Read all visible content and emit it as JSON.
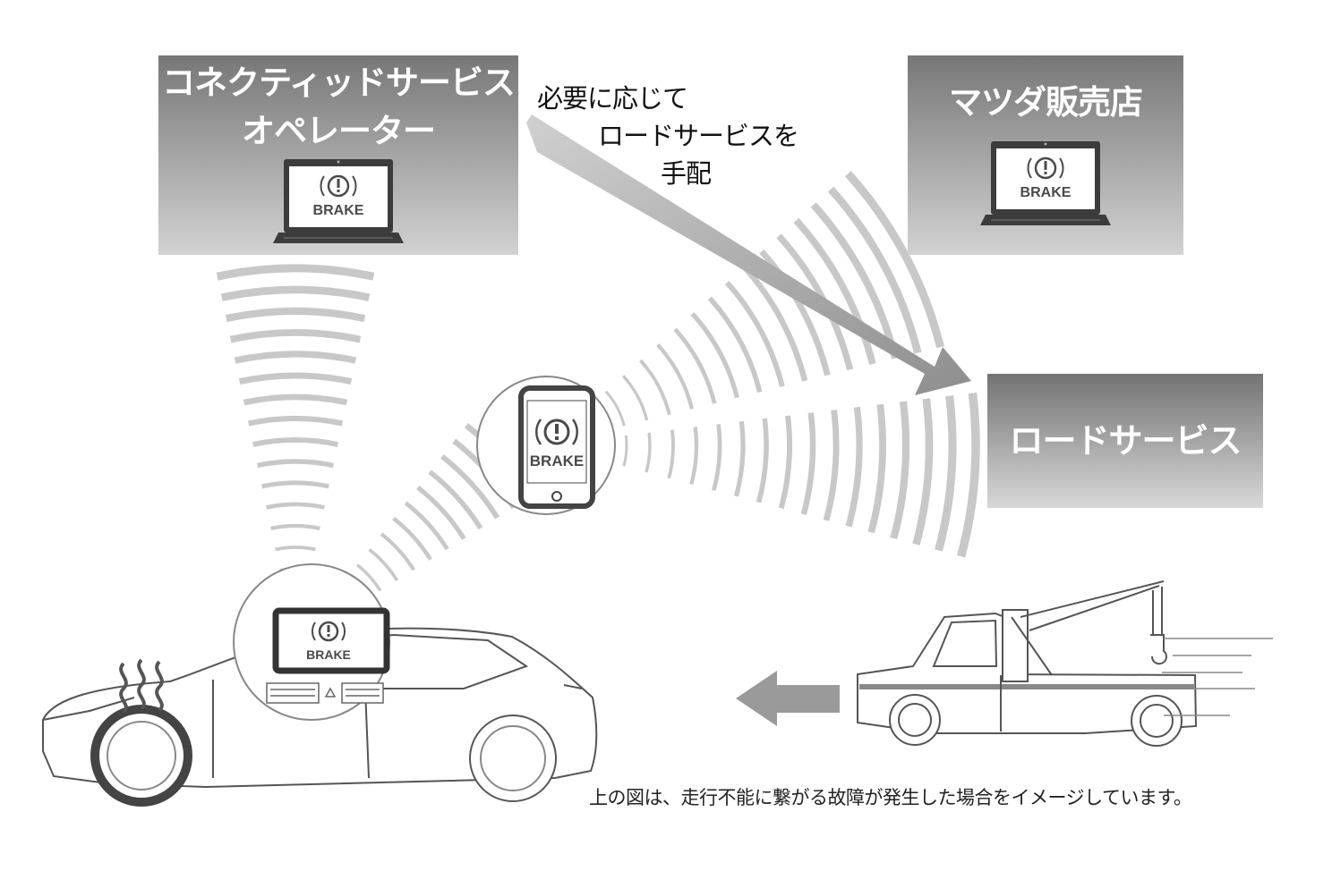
{
  "boxes": {
    "operator": {
      "title_line1": "コネクティッドサービス",
      "title_line2": "オペレーター"
    },
    "dealer": {
      "title": "マツダ販売店"
    },
    "road_service": {
      "title": "ロードサービス"
    }
  },
  "callout": {
    "line1": "必要に応じて",
    "line2": "ロードサービスを",
    "line3": "手配"
  },
  "warning_label": "BRAKE",
  "caption": "上の図は、走行不能に繋がる故障が発生した場合をイメージしています。",
  "colors": {
    "box_top": "#777777",
    "box_bottom": "#d2d2d2",
    "signal_wave": "#c8c8c8",
    "arrow": "#9a9a9a"
  }
}
